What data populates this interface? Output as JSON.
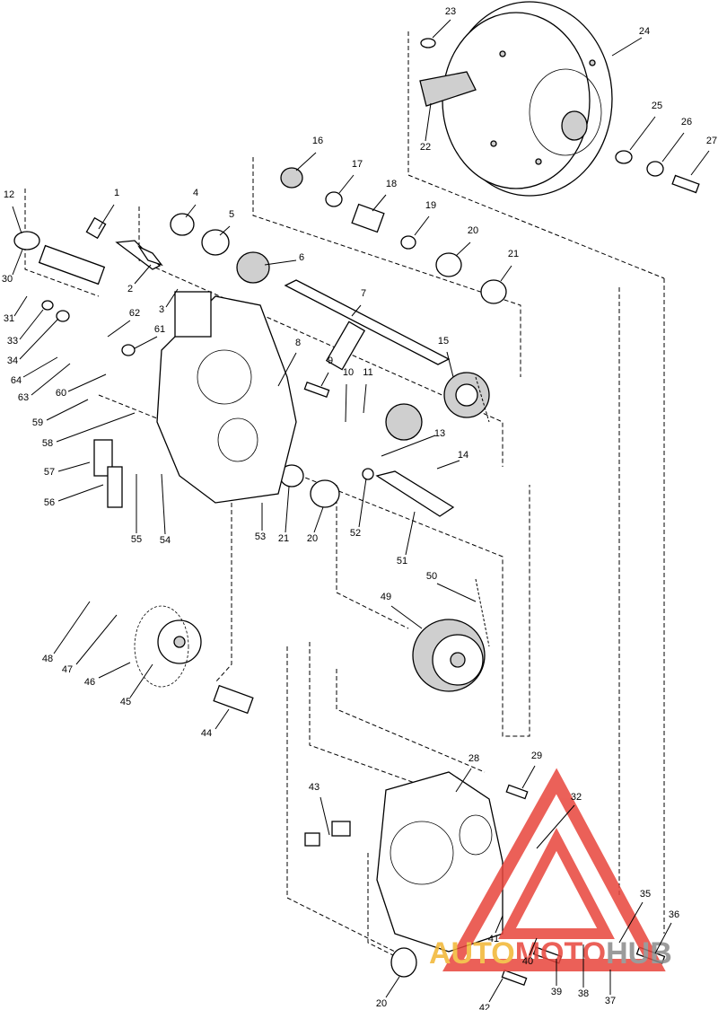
{
  "watermark": {
    "part1": "AUTO",
    "part2": "MOTO",
    "part3": "HUB",
    "colors": {
      "red": "#e8453c",
      "yellow": "#f2b632",
      "gray": "#8a8a8a"
    }
  },
  "callouts": [
    {
      "id": "c1",
      "text": "1"
    },
    {
      "id": "c2",
      "text": "2"
    },
    {
      "id": "c3",
      "text": "3"
    },
    {
      "id": "c4",
      "text": "4"
    },
    {
      "id": "c5",
      "text": "5"
    },
    {
      "id": "c6",
      "text": "6"
    },
    {
      "id": "c7",
      "text": "7"
    },
    {
      "id": "c8",
      "text": "8"
    },
    {
      "id": "c9",
      "text": "9"
    },
    {
      "id": "c10",
      "text": "10"
    },
    {
      "id": "c11",
      "text": "11"
    },
    {
      "id": "c12",
      "text": "12"
    },
    {
      "id": "c13",
      "text": "13"
    },
    {
      "id": "c14",
      "text": "14"
    },
    {
      "id": "c15",
      "text": "15"
    },
    {
      "id": "c16",
      "text": "16"
    },
    {
      "id": "c17",
      "text": "17"
    },
    {
      "id": "c18",
      "text": "18"
    },
    {
      "id": "c19",
      "text": "19"
    },
    {
      "id": "c20a",
      "text": "20"
    },
    {
      "id": "c20b",
      "text": "20"
    },
    {
      "id": "c20c",
      "text": "20"
    },
    {
      "id": "c21a",
      "text": "21"
    },
    {
      "id": "c21b",
      "text": "21"
    },
    {
      "id": "c22",
      "text": "22"
    },
    {
      "id": "c23",
      "text": "23"
    },
    {
      "id": "c24",
      "text": "24"
    },
    {
      "id": "c25",
      "text": "25"
    },
    {
      "id": "c26",
      "text": "26"
    },
    {
      "id": "c27",
      "text": "27"
    },
    {
      "id": "c28",
      "text": "28"
    },
    {
      "id": "c29",
      "text": "29"
    },
    {
      "id": "c30",
      "text": "30"
    },
    {
      "id": "c31",
      "text": "31"
    },
    {
      "id": "c32",
      "text": "32"
    },
    {
      "id": "c33",
      "text": "33"
    },
    {
      "id": "c34",
      "text": "34"
    },
    {
      "id": "c35",
      "text": "35"
    },
    {
      "id": "c36",
      "text": "36"
    },
    {
      "id": "c37",
      "text": "37"
    },
    {
      "id": "c38",
      "text": "38"
    },
    {
      "id": "c39",
      "text": "39"
    },
    {
      "id": "c40",
      "text": "40"
    },
    {
      "id": "c41",
      "text": "41"
    },
    {
      "id": "c42",
      "text": "42"
    },
    {
      "id": "c43",
      "text": "43"
    },
    {
      "id": "c44",
      "text": "44"
    },
    {
      "id": "c45",
      "text": "45"
    },
    {
      "id": "c46",
      "text": "46"
    },
    {
      "id": "c47",
      "text": "47"
    },
    {
      "id": "c48",
      "text": "48"
    },
    {
      "id": "c49",
      "text": "49"
    },
    {
      "id": "c50",
      "text": "50"
    },
    {
      "id": "c51",
      "text": "51"
    },
    {
      "id": "c52",
      "text": "52"
    },
    {
      "id": "c53",
      "text": "53"
    },
    {
      "id": "c54",
      "text": "54"
    },
    {
      "id": "c55",
      "text": "55"
    },
    {
      "id": "c56",
      "text": "56"
    },
    {
      "id": "c57",
      "text": "57"
    },
    {
      "id": "c58",
      "text": "58"
    },
    {
      "id": "c59",
      "text": "59"
    },
    {
      "id": "c60",
      "text": "60"
    },
    {
      "id": "c61",
      "text": "61"
    },
    {
      "id": "c62",
      "text": "62"
    },
    {
      "id": "c63",
      "text": "63"
    },
    {
      "id": "c64",
      "text": "64"
    }
  ]
}
